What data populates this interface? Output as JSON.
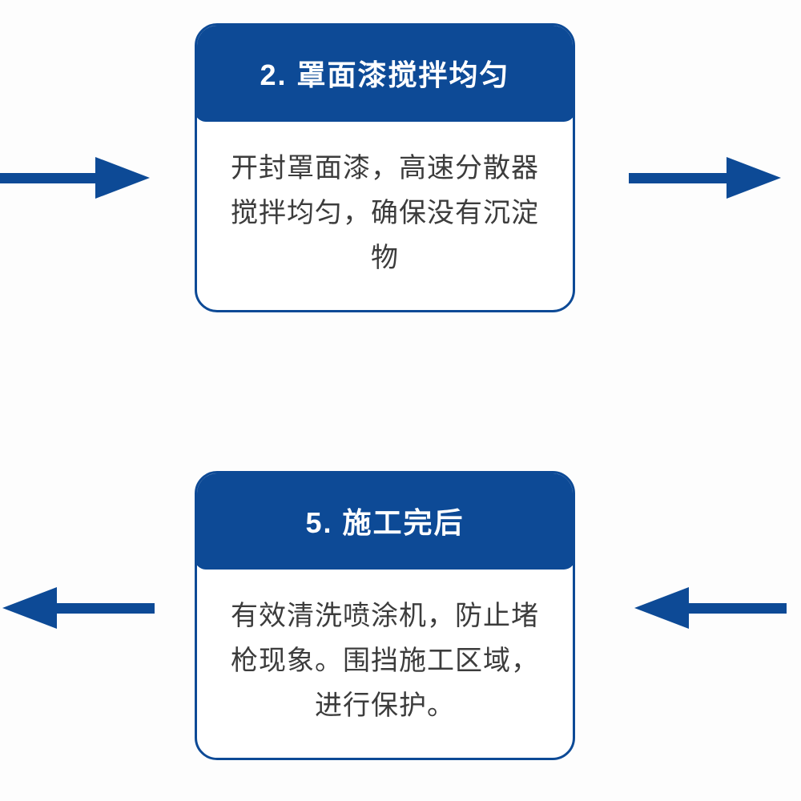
{
  "colors": {
    "primary_blue": "#0d4a96",
    "card_background": "#ffffff",
    "page_background": "#fdfdfd",
    "body_text": "#3c3c3c",
    "header_text": "#ffffff"
  },
  "cards": [
    {
      "title": "2. 罩面漆搅拌均匀",
      "body": "开封罩面漆，高速分散器\n搅拌均匀，确保没有沉淀\n物"
    },
    {
      "title": "5. 施工完后",
      "body": "有效清洗喷涂机，防止堵\n枪现象。围挡施工区域，\n进行保护。"
    }
  ],
  "arrows": [
    {
      "position": "top-left",
      "direction": "right"
    },
    {
      "position": "top-right",
      "direction": "right"
    },
    {
      "position": "bottom-left",
      "direction": "left"
    },
    {
      "position": "bottom-right",
      "direction": "left"
    }
  ]
}
